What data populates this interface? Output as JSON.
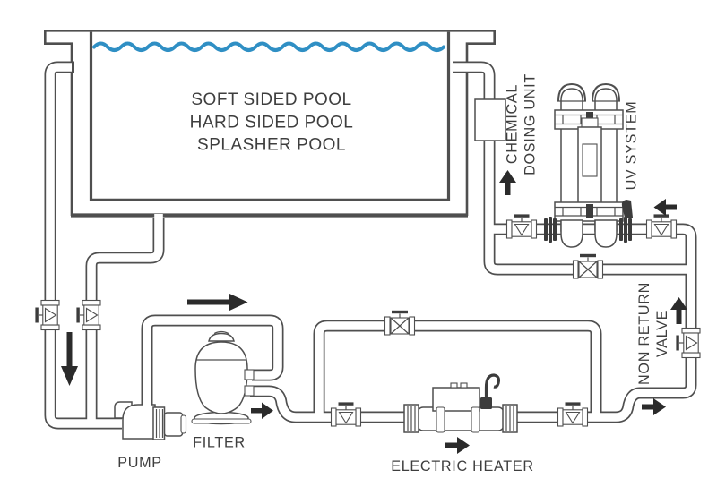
{
  "pool": {
    "lines": [
      "SOFT SIDED POOL",
      "HARD SIDED POOL",
      "SPLASHER POOL"
    ]
  },
  "components": {
    "chemical_dosing_unit": {
      "label_line1": "CHEMICAL",
      "label_line2": "DOSING UNIT"
    },
    "uv_system": {
      "label": "UV SYSTEM"
    },
    "non_return_valve": {
      "label_line1": "NON RETURN",
      "label_line2": "VALVE"
    },
    "filter": {
      "label": "FILTER"
    },
    "pump": {
      "label": "PUMP"
    },
    "electric_heater": {
      "label": "ELECTRIC HEATER"
    }
  },
  "flow_arrows": [
    {
      "id": "pool-outlet-down",
      "direction": "down"
    },
    {
      "id": "pump-to-filter",
      "direction": "right"
    },
    {
      "id": "filter-outlet",
      "direction": "right"
    },
    {
      "id": "heater-outlet",
      "direction": "right"
    },
    {
      "id": "to-riser",
      "direction": "right"
    },
    {
      "id": "riser-up",
      "direction": "up"
    },
    {
      "id": "uv-inlet",
      "direction": "left"
    },
    {
      "id": "return-to-pool",
      "direction": "up"
    }
  ],
  "colors": {
    "line": "#4f4f4f",
    "dark": "#3c3c3c",
    "water": "#2f8fc4",
    "text": "#3e3e3e",
    "arrow": "#2b2b2b",
    "background": "#ffffff"
  }
}
